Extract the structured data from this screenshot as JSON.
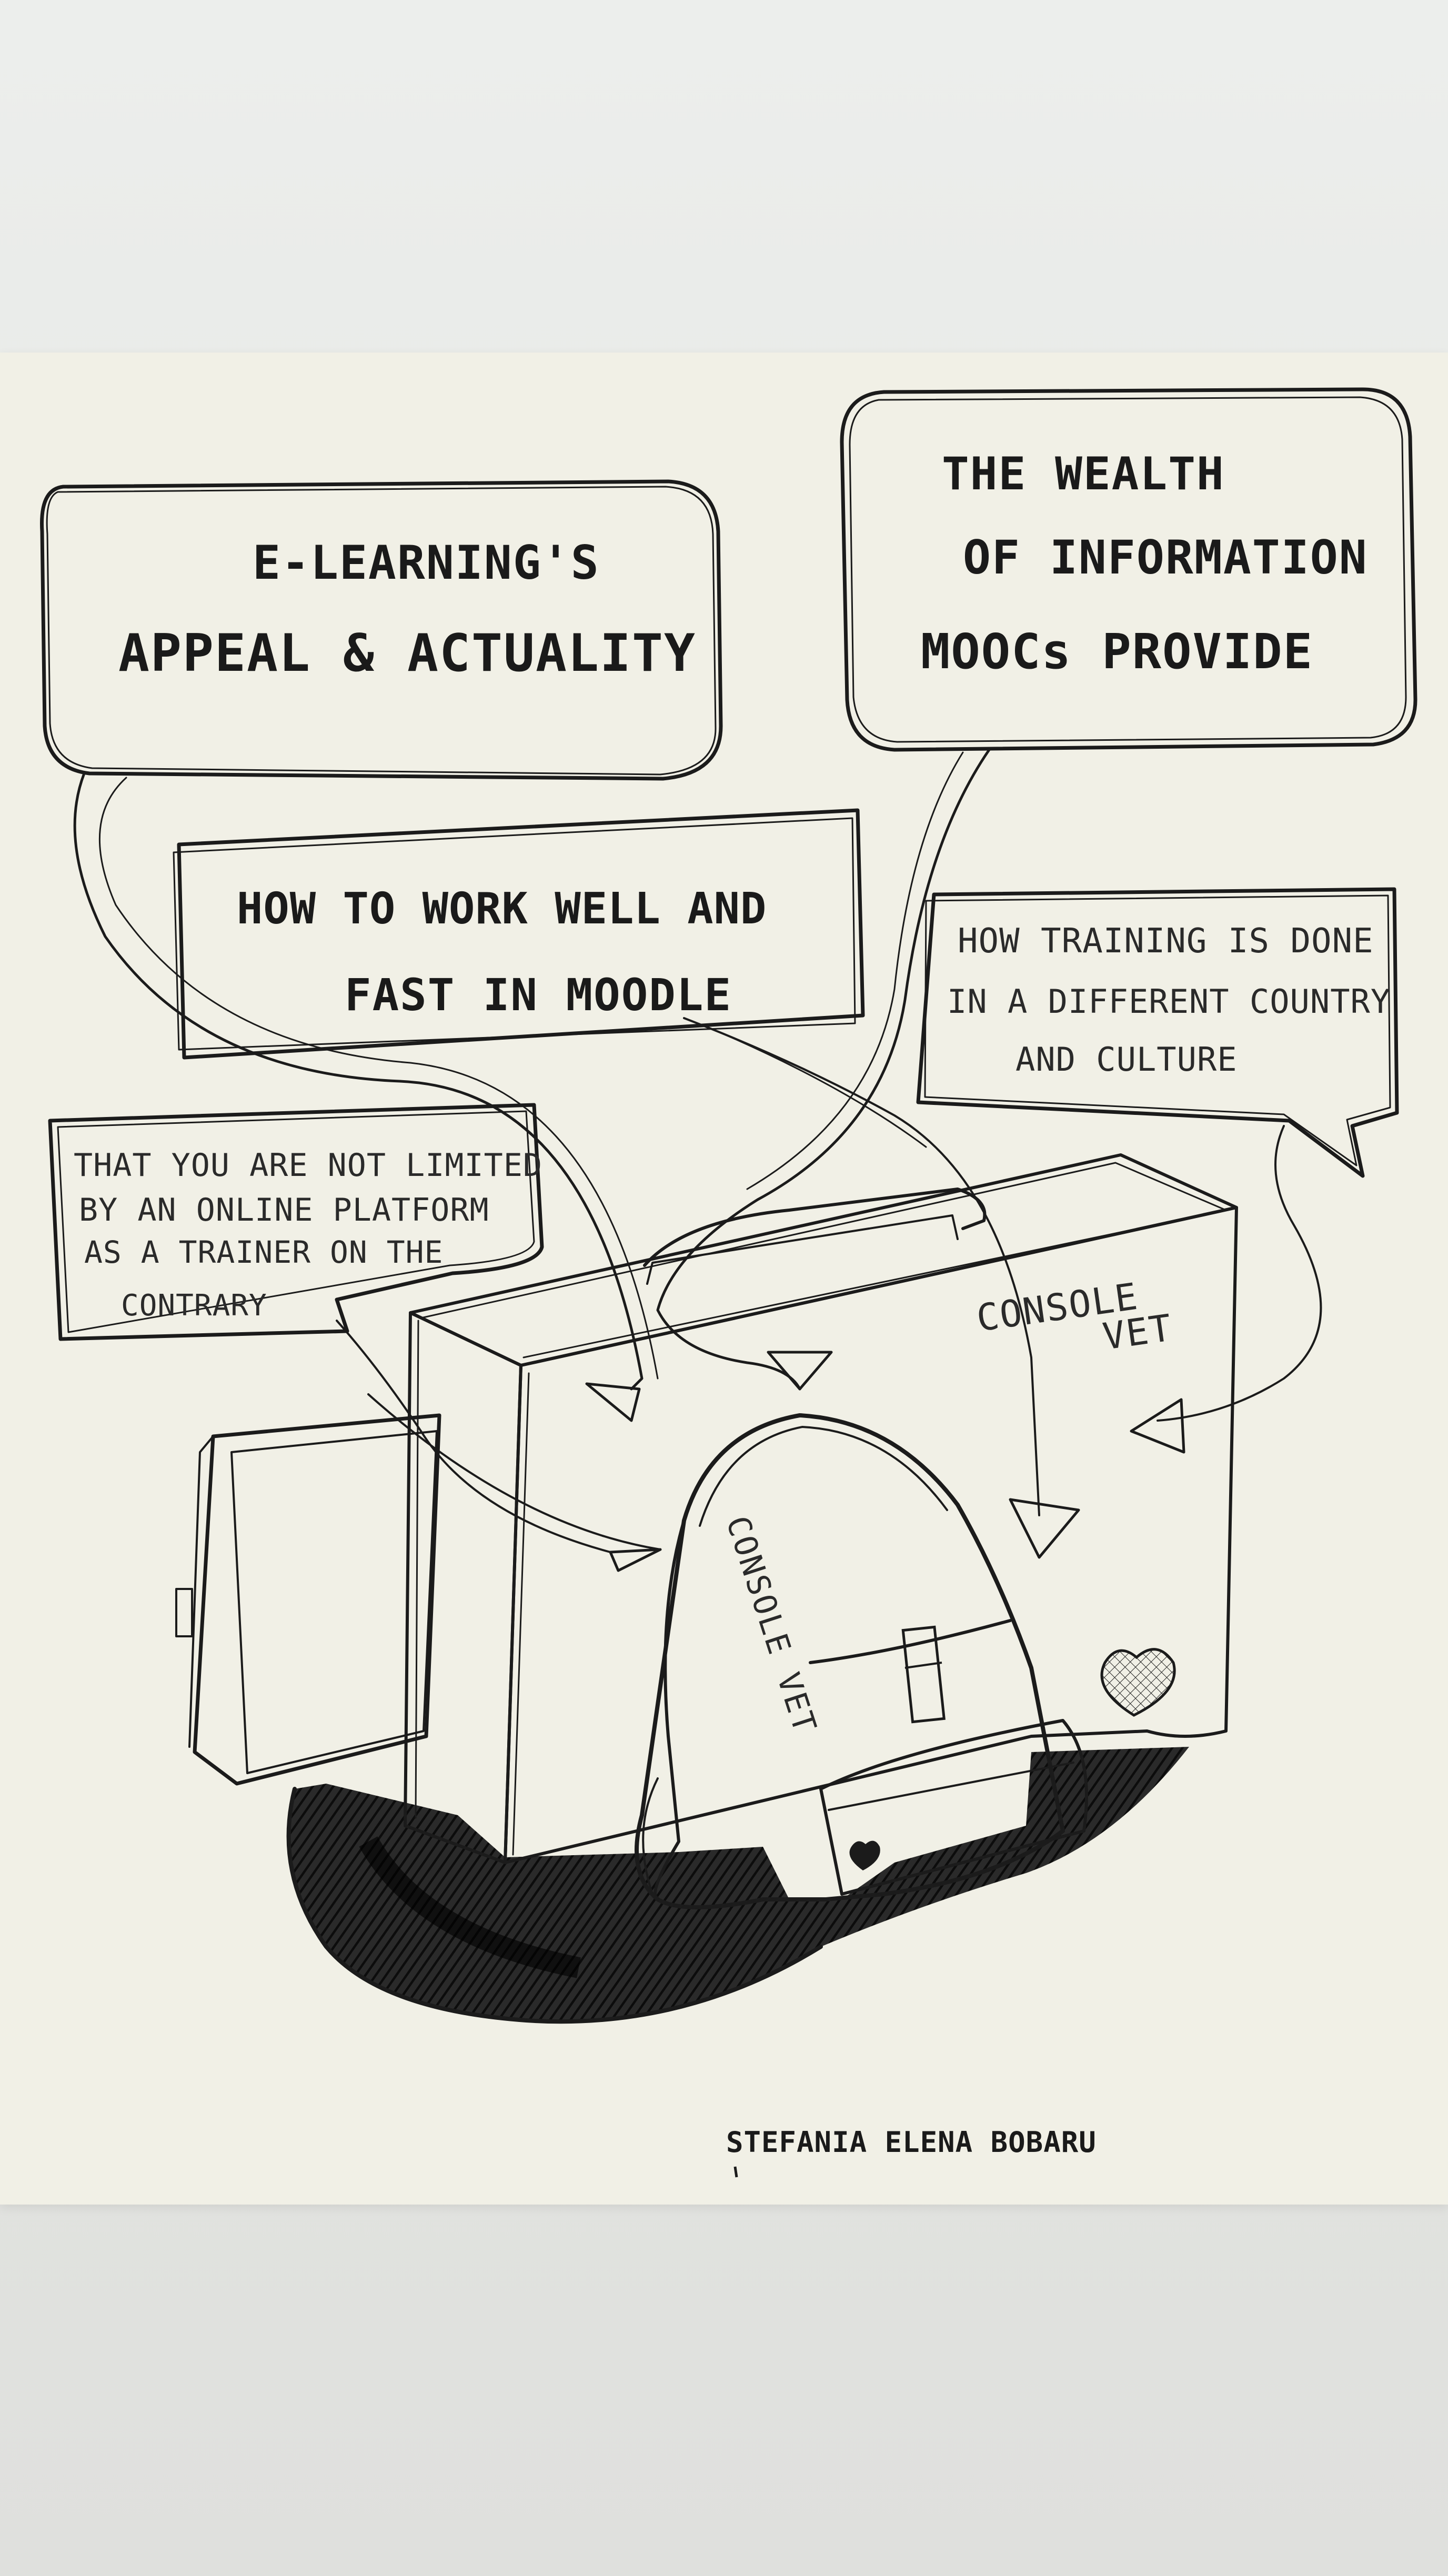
{
  "poster": {
    "bubble_elearning": {
      "line1": "E-LEARNING'S",
      "line2": "APPEAL & ACTUALITY"
    },
    "bubble_wealth": {
      "line1": "THE WEALTH",
      "line2": "OF INFORMATION",
      "line3": "MOOCs PROVIDE"
    },
    "bubble_moodle": {
      "line1": "HOW TO WORK WELL AND",
      "line2": "FAST IN MOODLE"
    },
    "bubble_training": {
      "line1": "HOW TRAINING IS DONE",
      "line2": "IN A DIFFERENT COUNTRY",
      "line3": "AND CULTURE"
    },
    "bubble_platform": {
      "line1": "THAT YOU ARE NOT LIMITED",
      "line2": "BY AN ONLINE PLATFORM",
      "line3": "AS A TRAINER ON THE",
      "line4": "CONTRARY"
    },
    "box_label": {
      "line1": "CONSOLE",
      "line2": "VET"
    },
    "backpack_label": "CONSOLE VET",
    "signature": "STEFANIA ELENA BOBARU"
  },
  "colors": {
    "ink": "#1b1b1b",
    "paper": "#f1f0e6",
    "wall": "#e4e5e2"
  }
}
